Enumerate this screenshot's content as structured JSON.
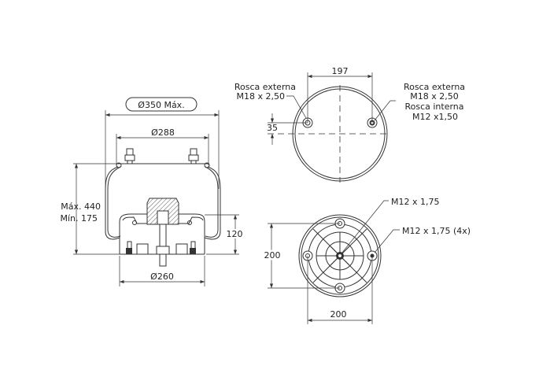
{
  "side_view": {
    "dia_max": "Ø350 Máx.",
    "dia_top": "Ø288",
    "height_max": "Máx. 440",
    "height_min": "Mín. 175",
    "piston_height": "120",
    "dia_piston": "Ø260"
  },
  "top_view": {
    "spacing": "197",
    "offset": "35",
    "left_label_1": "Rosca externa",
    "left_label_2": "M18 x 2,50",
    "right_label_1": "Rosca externa",
    "right_label_2": "M18 x 2,50",
    "right_label_3": "Rosca interna",
    "right_label_4": "M12 x1,50"
  },
  "bottom_view": {
    "height": "200",
    "width": "200",
    "center_thread": "M12 x 1,75",
    "bolt_thread": "M12 x 1,75 (4x)"
  }
}
